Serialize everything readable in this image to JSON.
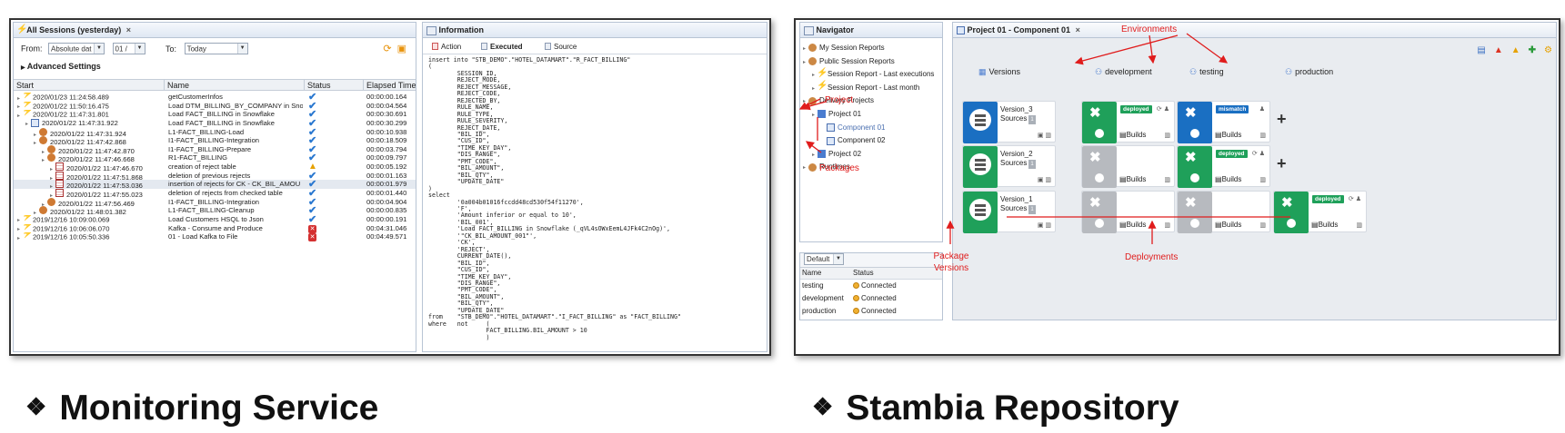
{
  "monitoring": {
    "tab_title": "All Sessions (yesterday)",
    "filter": {
      "from_label": "From:",
      "from_value": "Absolute dat",
      "from_day": "01 /",
      "to_label": "To:",
      "to_value": "Today"
    },
    "advanced_settings": "Advanced Settings",
    "columns": [
      "Start",
      "Name",
      "Status",
      "Elapsed Time"
    ],
    "rows": [
      {
        "start": "2020/01/23 11:24:58.489",
        "name": "getCustomerInfos",
        "status": "ok",
        "elapsed": "00:00:00.164",
        "indent": 0,
        "icon": "bolt"
      },
      {
        "start": "2020/01/22 11:50:16.475",
        "name": "Load DTM_BILLING_BY_COMPANY in Snowf",
        "status": "ok",
        "elapsed": "00:00:04.564",
        "indent": 0,
        "icon": "bolt"
      },
      {
        "start": "2020/01/22 11:47:31.801",
        "name": "Load FACT_BILLING in Snowflake",
        "status": "ok",
        "elapsed": "00:00:30.691",
        "indent": 0,
        "icon": "bolt"
      },
      {
        "start": "2020/01/22 11:47:31.922",
        "name": "Load FACT_BILLING in Snowflake",
        "status": "ok",
        "elapsed": "00:00:30.299",
        "indent": 1,
        "icon": "comp"
      },
      {
        "start": "2020/01/22 11:47:31.924",
        "name": "L1-FACT_BILLING-Load",
        "status": "ok",
        "elapsed": "00:00:10.938",
        "indent": 2,
        "icon": "user"
      },
      {
        "start": "2020/01/22 11:47:42.868",
        "name": "I1-FACT_BILLING-Integration",
        "status": "ok",
        "elapsed": "00:00:18.509",
        "indent": 2,
        "icon": "user"
      },
      {
        "start": "2020/01/22 11:47:42.870",
        "name": "I1-FACT_BILLING-Prepare",
        "status": "ok",
        "elapsed": "00:00:03.794",
        "indent": 3,
        "icon": "user"
      },
      {
        "start": "2020/01/22 11:47:46.668",
        "name": "R1-FACT_BILLING",
        "status": "ok",
        "elapsed": "00:00:09.797",
        "indent": 3,
        "icon": "user"
      },
      {
        "start": "2020/01/22 11:47:46.670",
        "name": "creation of reject table",
        "status": "warn",
        "elapsed": "00:00:05.192",
        "indent": 4,
        "icon": "tbl"
      },
      {
        "start": "2020/01/22 11:47:51.868",
        "name": "deletion of previous rejects",
        "status": "ok",
        "elapsed": "00:00:01.163",
        "indent": 4,
        "icon": "tbl"
      },
      {
        "start": "2020/01/22 11:47:53.036",
        "name": "insertion of rejects for CK - CK_BIL_AMOU",
        "status": "ok",
        "elapsed": "00:00:01.979",
        "indent": 4,
        "icon": "tbl",
        "selected": true
      },
      {
        "start": "2020/01/22 11:47:55.023",
        "name": "deletion of rejects from checked table",
        "status": "ok",
        "elapsed": "00:00:01.440",
        "indent": 4,
        "icon": "tbl"
      },
      {
        "start": "2020/01/22 11:47:56.469",
        "name": "I1-FACT_BILLING-Integration",
        "status": "ok",
        "elapsed": "00:00:04.904",
        "indent": 3,
        "icon": "user"
      },
      {
        "start": "2020/01/22 11:48:01.382",
        "name": "L1-FACT_BILLING-Cleanup",
        "status": "ok",
        "elapsed": "00:00:00.835",
        "indent": 2,
        "icon": "user"
      },
      {
        "start": "2019/12/16 10:09:00.069",
        "name": "Load Customers HSQL to Json",
        "status": "ok",
        "elapsed": "00:00:00.191",
        "indent": 0,
        "icon": "bolt"
      },
      {
        "start": "2019/12/16 10:06:06.070",
        "name": "Kafka - Consume and Produce",
        "status": "error",
        "elapsed": "00:04:31.046",
        "indent": 0,
        "icon": "bolt"
      },
      {
        "start": "2019/12/16 10:05:50.336",
        "name": "01 - Load Kafka to File",
        "status": "error",
        "elapsed": "00:04:49.571",
        "indent": 0,
        "icon": "bolt"
      }
    ],
    "info": {
      "title": "Information",
      "tabs": [
        "Action",
        "Executed",
        "Source"
      ],
      "active_tab": "Executed",
      "sql": "insert into \"STB_DEMO\".\"HOTEL_DATAMART\".\"R_FACT_BILLING\"\n(\n        SESSION_ID,\n        REJECT_MODE,\n        REJECT_MESSAGE,\n        REJECT_CODE,\n        REJECTED_BY,\n        RULE_NAME,\n        RULE_TYPE,\n        RULE_SEVERITY,\n        REJECT_DATE,\n        \"BIL_ID\",\n        \"CUS_ID\",\n        \"TIME_KEY_DAY\",\n        \"DIS_RANGE\",\n        \"PMT_CODE\",\n        \"BIL_AMOUNT\",\n        \"BIL_QTY\",\n        \"UPDATE_DATE\"\n)\nselect\n        '0a004b01016fccdd48cd530f54f11270',\n        'F',\n        'Amount inferior or equal to 10',\n        'BIL_001',\n        'Load FACT_BILLING in Snowflake (_qVL4sOWxEemL4JFk4C2nOg)',\n        '\"CK_BIL_AMOUNT_001\"',\n        'CK',\n        'REJECT',\n        CURRENT_DATE(),\n        \"BIL_ID\",\n        \"CUS_ID\",\n        \"TIME_KEY_DAY\",\n        \"DIS_RANGE\",\n        \"PMT_CODE\",\n        \"BIL_AMOUNT\",\n        \"BIL_QTY\",\n        \"UPDATE_DATE\"\nfrom    \"STB_DEMO\".\"HOTEL_DATAMART\".\"I_FACT_BILLING\" as \"FACT_BILLING\"\nwhere   not     (\n                FACT_BILLING.BIL_AMOUNT > 10\n                )"
    }
  },
  "repository": {
    "navigator_title": "Navigator",
    "tree": [
      {
        "label": "My Session Reports",
        "indent": 1,
        "icon": "db"
      },
      {
        "label": "Public Session Reports",
        "indent": 1,
        "icon": "db"
      },
      {
        "label": "Session Report - Last executions",
        "indent": 2,
        "icon": "bolt"
      },
      {
        "label": "Session Report - Last month",
        "indent": 2,
        "icon": "bolt"
      },
      {
        "label": "Delivery Projects",
        "indent": 1,
        "icon": "db"
      },
      {
        "label": "Project 01",
        "indent": 2,
        "icon": "proj"
      },
      {
        "label": "Component 01",
        "indent": 3,
        "icon": "comp",
        "muted": true
      },
      {
        "label": "Component 02",
        "indent": 3,
        "icon": "comp"
      },
      {
        "label": "Project 02",
        "indent": 2,
        "icon": "proj"
      },
      {
        "label": "Runtimes",
        "indent": 1,
        "icon": "db"
      }
    ],
    "env_selector": "Default",
    "env_columns": [
      "Name",
      "Status"
    ],
    "envs": [
      {
        "name": "testing",
        "status": "Connected"
      },
      {
        "name": "development",
        "status": "Connected"
      },
      {
        "name": "production",
        "status": "Connected"
      }
    ],
    "project_tab": "Project 01 - Component 01",
    "col_headers": [
      "Versions",
      "development",
      "testing",
      "production"
    ],
    "versions": [
      {
        "name": "Version_3",
        "sources": "Sources",
        "badge": "1"
      },
      {
        "name": "Version_2",
        "sources": "Sources",
        "badge": "1"
      },
      {
        "name": "Version_1",
        "sources": "Sources",
        "badge": "1"
      }
    ],
    "builds_label": "Builds",
    "deployments": [
      {
        "row": 0,
        "col": 1,
        "badge": "deployed",
        "tile": "green"
      },
      {
        "row": 0,
        "col": 2,
        "badge": "mismatch",
        "tile": "blue"
      },
      {
        "row": 1,
        "col": 1,
        "badge": "",
        "tile": "gray"
      },
      {
        "row": 1,
        "col": 2,
        "badge": "deployed",
        "tile": "green"
      },
      {
        "row": 2,
        "col": 1,
        "badge": "",
        "tile": "gray"
      },
      {
        "row": 2,
        "col": 2,
        "badge": "",
        "tile": "gray"
      },
      {
        "row": 2,
        "col": 3,
        "badge": "deployed",
        "tile": "green"
      }
    ],
    "annotations": {
      "environments": "Environments",
      "project": "Project",
      "packages": "Packages",
      "package_versions_1": "Package",
      "package_versions_2": "Versions",
      "deployments": "Deployments"
    }
  },
  "captions": {
    "bullet": "❖",
    "left": "Monitoring Service",
    "right": "Stambia Repository"
  },
  "colors": {
    "annotation_red": "#e01c1c",
    "deployed_green": "#1fa05a",
    "mismatch_blue": "#1a6fc2",
    "disabled_gray": "#b7babf"
  }
}
